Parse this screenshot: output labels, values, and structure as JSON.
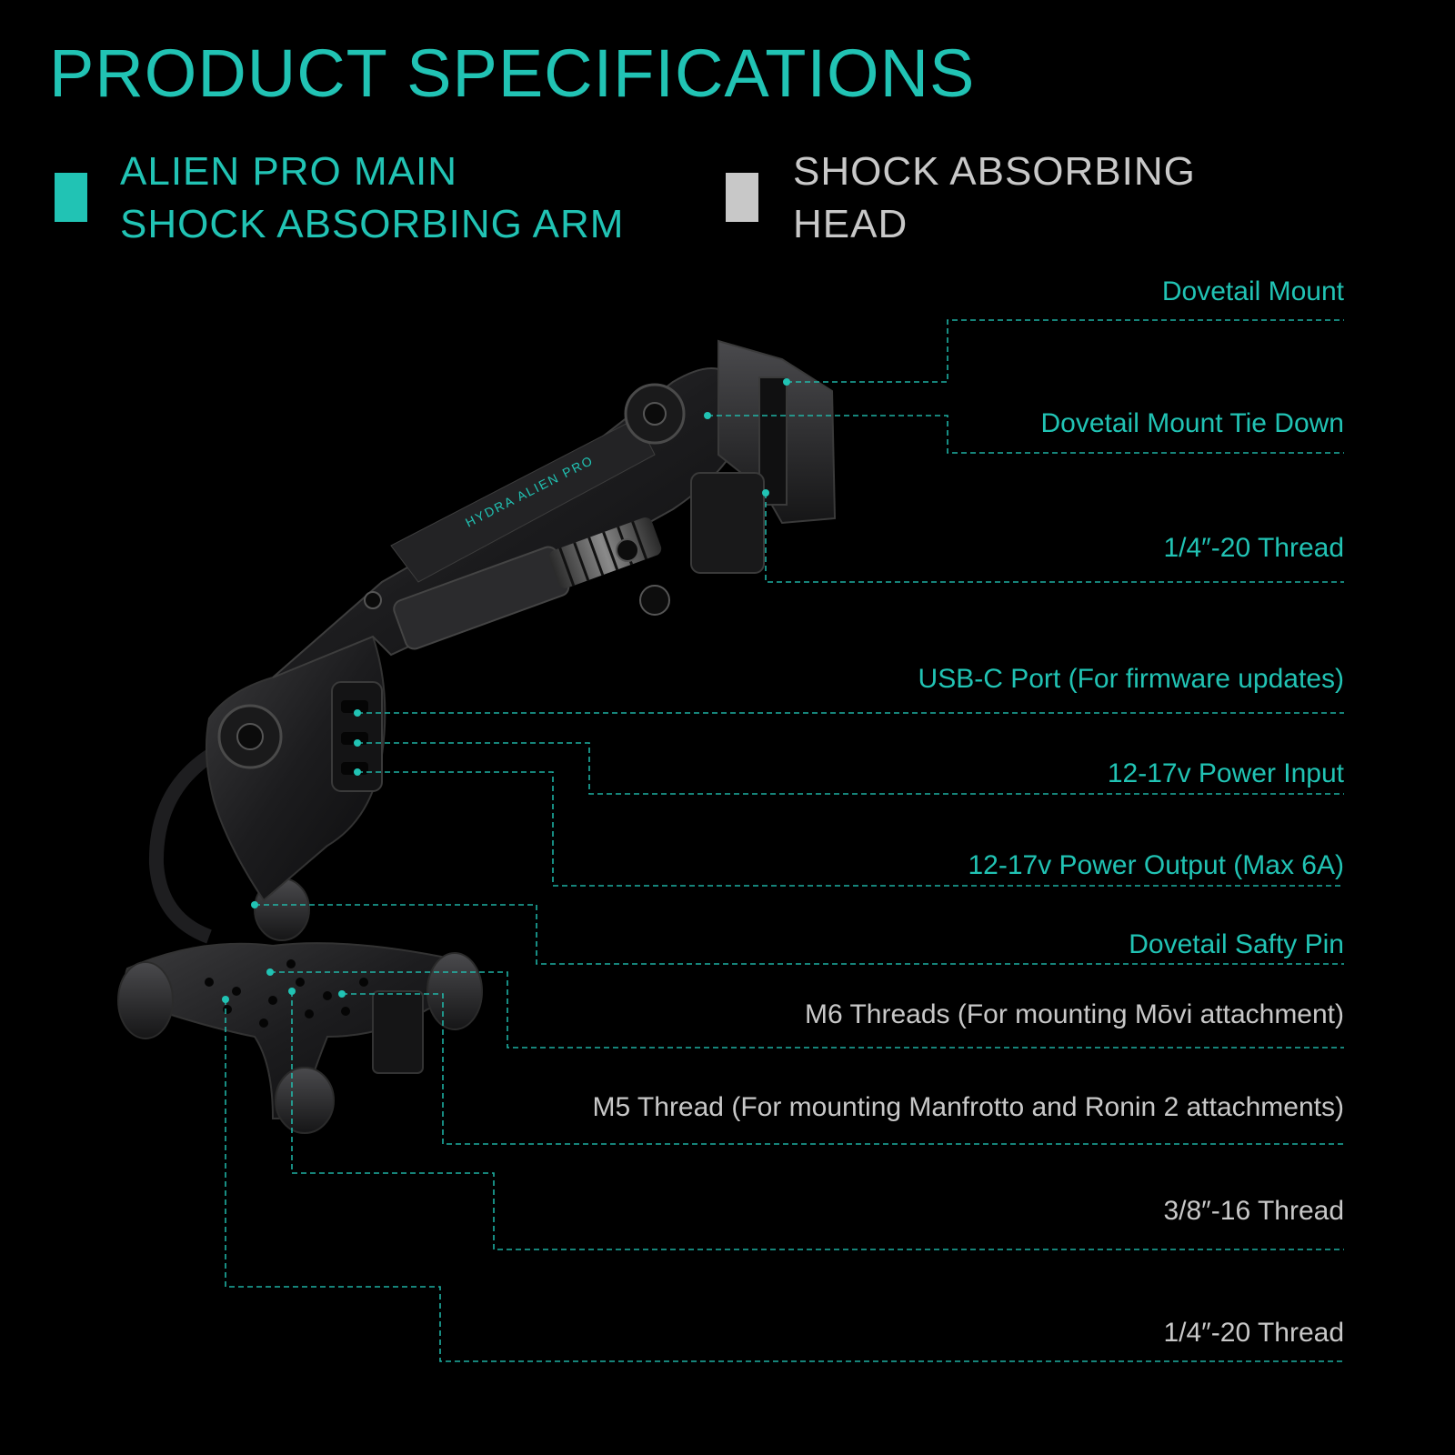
{
  "title": "PRODUCT SPECIFICATIONS",
  "colors": {
    "accent": "#21c3b4",
    "muted": "#c8c8c8",
    "background": "#000000"
  },
  "legend": [
    {
      "lines": [
        "ALIEN PRO MAIN",
        "SHOCK ABSORBING ARM"
      ],
      "color": "#21c3b4"
    },
    {
      "lines": [
        "SHOCK ABSORBING",
        "HEAD"
      ],
      "color": "#c8c8c8"
    }
  ],
  "product": {
    "arm_label": "HYDRA ALIEN PRO"
  },
  "callouts": [
    {
      "label": "Dovetail Mount",
      "group": "main"
    },
    {
      "label": "Dovetail Mount Tie Down",
      "group": "main"
    },
    {
      "label": "1/4″-20 Thread",
      "group": "main"
    },
    {
      "label": "USB-C Port (For firmware updates)",
      "group": "main"
    },
    {
      "label": "12-17v Power Input",
      "group": "main"
    },
    {
      "label": "12-17v Power Output (Max 6A)",
      "group": "main"
    },
    {
      "label": "Dovetail Safty Pin",
      "group": "main"
    },
    {
      "label": "M6 Threads (For mounting Mōvi attachment)",
      "group": "head"
    },
    {
      "label": "M5 Thread (For mounting Manfrotto and Ronin 2 attachments)",
      "group": "head"
    },
    {
      "label": "3/8″-16 Thread",
      "group": "head"
    },
    {
      "label": "1/4″-20 Thread",
      "group": "head"
    }
  ]
}
